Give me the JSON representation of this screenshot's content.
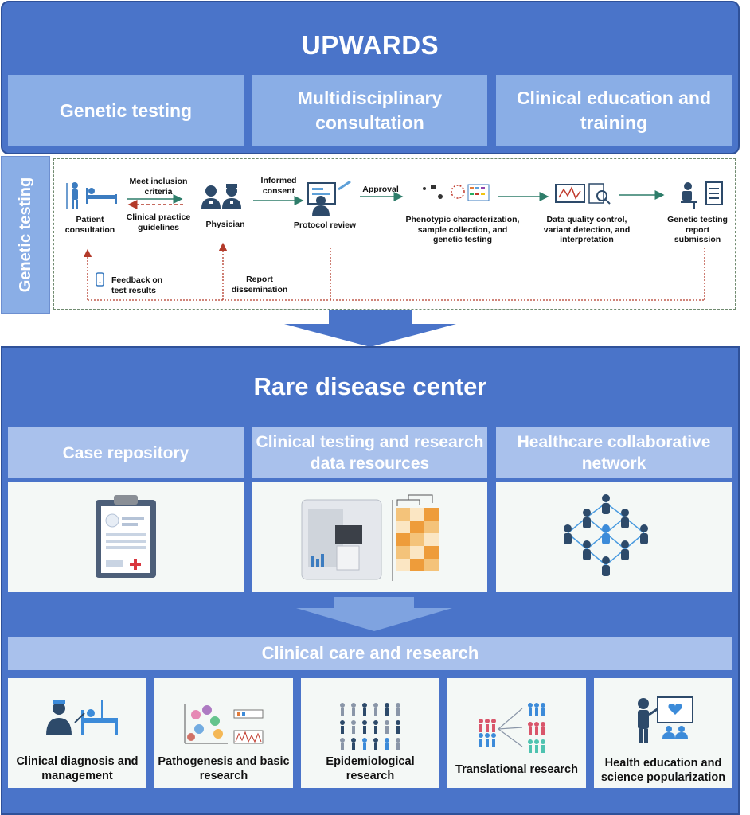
{
  "upwards": {
    "title": "UPWARDS",
    "pillars": [
      "Genetic testing",
      "Multidisciplinary consultation",
      "Clinical education and training"
    ]
  },
  "genetic_testing": {
    "side_label": "Genetic testing",
    "steps": {
      "patient": "Patient consultation",
      "inclusion": "Meet inclusion criteria",
      "guidelines": "Clinical practice guidelines",
      "physician": "Physician",
      "consent": "Informed consent",
      "protocol": "Protocol review",
      "approval": "Approval",
      "phenotype": "Phenotypic characterization, sample collection, and genetic testing",
      "qc": "Data quality control, variant detection, and interpretation",
      "report": "Genetic testing report submission"
    },
    "feedback": {
      "results": "Feedback on test results",
      "dissemination": "Report dissemination"
    }
  },
  "center": {
    "title": "Rare disease center",
    "resources": [
      "Case repository",
      "Clinical testing and research data resources",
      "Healthcare collaborative network"
    ]
  },
  "care": {
    "title": "Clinical care and research",
    "items": [
      "Clinical diagnosis and management",
      "Pathogenesis and basic research",
      "Epidemiological research",
      "Translational research",
      "Health education and science popularization"
    ]
  },
  "colors": {
    "panel_blue": "#4a74c9",
    "light_blue": "#8aaee6",
    "pale_blue": "#a9c1ec",
    "icon_navy": "#2d4a6a",
    "teal_arrow": "#2e7d6a",
    "feedback_red": "#b33a2a"
  }
}
